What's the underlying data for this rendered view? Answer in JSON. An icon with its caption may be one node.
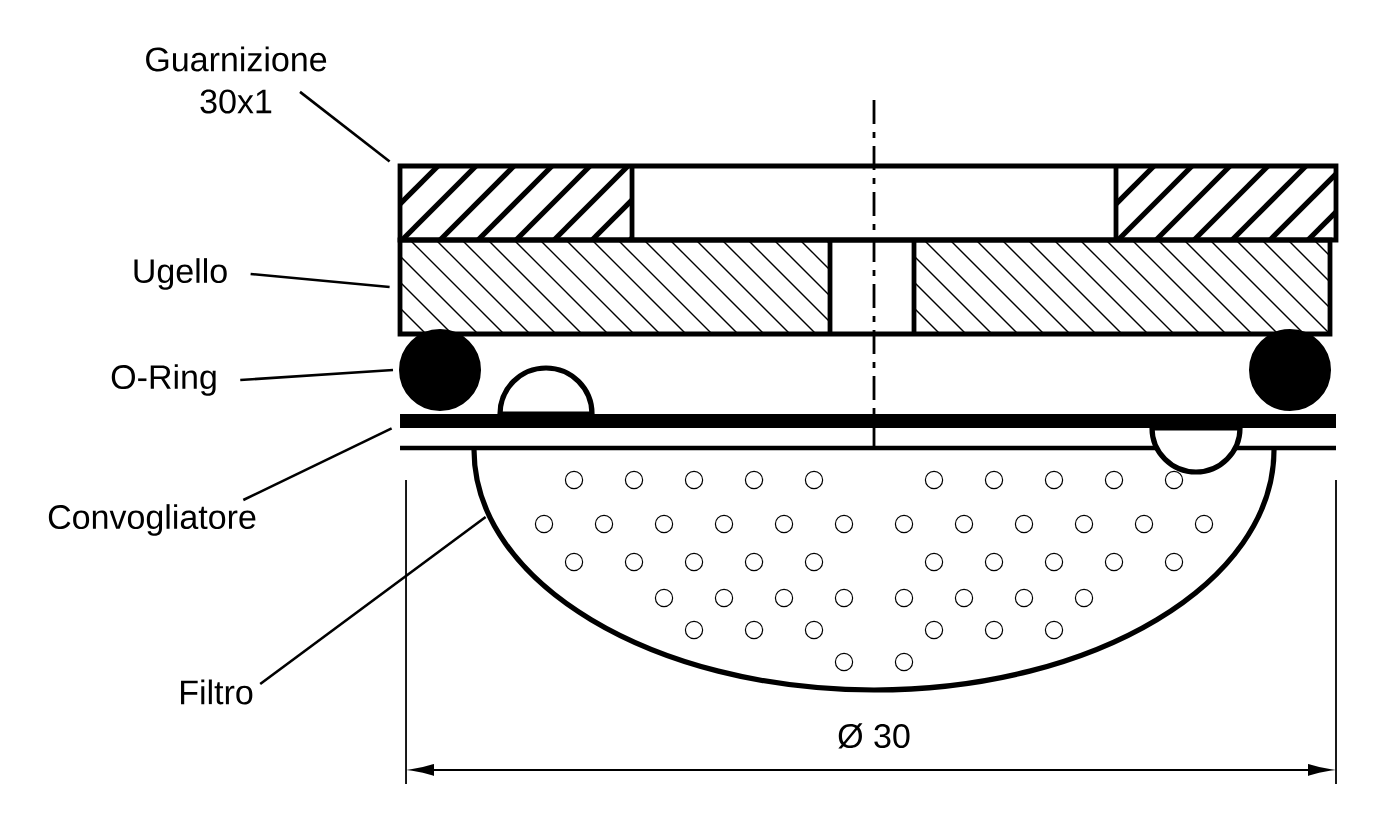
{
  "diagram": {
    "nodes": [
      {
        "text": [
          "Guarnizione 30x1"
        ]
      },
      {
        "text": [
          "Ugello"
        ]
      },
      {
        "text": [
          "O-Ring"
        ]
      },
      {
        "text": [
          "Convogliatore"
        ]
      },
      {
        "text": [
          "Filtro"
        ]
      },
      {
        "text": [],
        "shape": "box"
      },
      {
        "text": [],
        "shape": "box"
      },
      {
        "text": [],
        "shape": "circle"
      },
      {
        "text": [],
        "shape": "circle"
      },
      {
        "text": [],
        "shape": "bar"
      },
      {
        "text": [],
        "shape": "picture"
      }
    ],
    "edges": [
      {
        "from": 0,
        "to": 5,
        "arrow": "none"
      },
      {
        "from": 1,
        "to": 6,
        "arrow": "none"
      },
      {
        "from": 2,
        "to": 7,
        "arrow": "none"
      },
      {
        "from": 3,
        "to": 9,
        "arrow": "none"
      },
      {
        "from": 4,
        "to": 10,
        "arrow": "none"
      }
    ],
    "labels": [
      "Ø 30"
    ]
  }
}
